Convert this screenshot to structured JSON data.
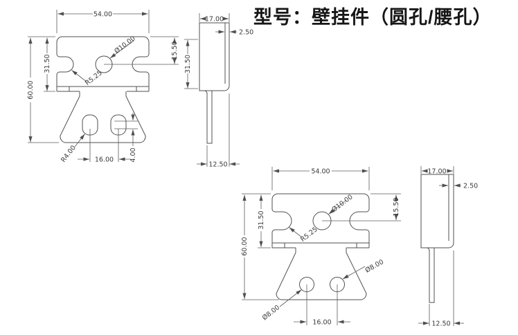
{
  "title": "型号：壁挂件（圆孔/腰孔）",
  "colors": {
    "line": "#4f4f4f",
    "text": "#3a3a3a",
    "title": "#161616",
    "background": "#ffffff"
  },
  "drawings": [
    {
      "front": {
        "width": "54.00",
        "total_height": "60.00",
        "upper_height": "31.50",
        "hole_top_offset": "15.50",
        "center_hole_dia": "Ø10.00",
        "notch_radius": "R5.25",
        "slot_end_radius": "R4.00",
        "hole_spacing": "16.00",
        "slot_length": "4.00"
      },
      "side": {
        "depth": "17.00",
        "thickness": "2.50",
        "upper_height": "31.50",
        "lower_offset": "12.50"
      }
    },
    {
      "front": {
        "width": "54.00",
        "total_height": "60.00",
        "upper_height": "31.50",
        "hole_top_offset": "15.50",
        "center_hole_dia": "Ø10.00",
        "notch_radius": "R5.25",
        "left_hole_dia": "Ø8.00",
        "right_hole_dia": "Ø8.00",
        "hole_spacing": "16.00"
      },
      "side": {
        "depth": "17.00",
        "thickness": "2.50",
        "lower_offset": "12.50"
      }
    }
  ]
}
